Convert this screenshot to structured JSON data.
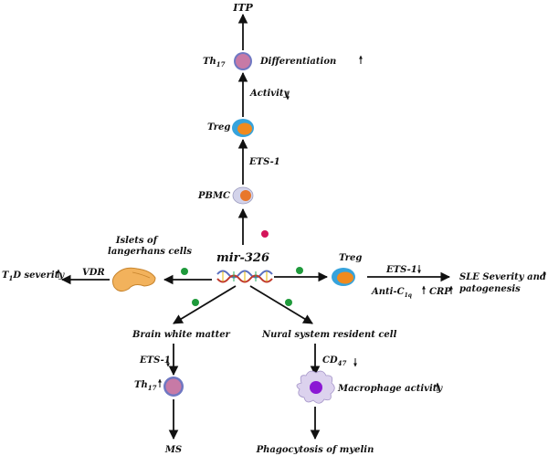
{
  "center": {
    "label": "mir-326"
  },
  "top_chain": {
    "itp": "ITP",
    "th17": {
      "label": "Th",
      "sub": "17",
      "effect": "Differentiation",
      "trend": "up"
    },
    "activity": {
      "label": "Activity",
      "trend": "down"
    },
    "treg": "Treg",
    "ets1": "ETS-1",
    "pbmc": "PBMC"
  },
  "left_branch": {
    "islets": [
      "Islets of",
      "langerhans cells"
    ],
    "vdr": "VDR",
    "outcome": {
      "prefix": "T",
      "sub": "1",
      "suffix": "D severity",
      "trend": "up"
    }
  },
  "right_branch": {
    "treg": "Treg",
    "ets1": {
      "label": "ETS-1",
      "trend": "down"
    },
    "anti_c1q": {
      "prefix": "Anti-C",
      "sub": "1q",
      "trend": "up"
    },
    "crp": {
      "label": "CRP",
      "trend": "up"
    },
    "outcome": [
      "SLE Severity and",
      "patogenesis"
    ],
    "outcome_trend": "up"
  },
  "bottom_left": {
    "region": "Brain white matter",
    "ets1": {
      "label": "ETS-1",
      "trend": "down"
    },
    "th17": {
      "label": "Th",
      "sub": "17",
      "trend": "up"
    },
    "outcome": "MS"
  },
  "bottom_right": {
    "region": "Nural system resident cell",
    "cd47": {
      "label": "CD",
      "sub": "47",
      "trend": "down"
    },
    "macrophage": {
      "label": "Macrophage activity",
      "trend": "up"
    },
    "outcome": "Phagocytosis of myelin"
  },
  "colors": {
    "arrow": "#111111",
    "th17_fill": "#c77aa6",
    "th17_ring": "#6f78c2",
    "treg_core": "#f08a1e",
    "treg_ring": "#36a3dc",
    "pbmc_core": "#e8772b",
    "pbmc_ring": "#d3d3ea",
    "inhibit_dot": "#d4145a",
    "activate_dot": "#1f9a3b",
    "macrophage_body": "#dcd2ee",
    "macrophage_nucleus": "#8b19d4",
    "pancreas": "#f2b25c",
    "rna_strand": "#5a6fbf"
  },
  "icons": {
    "inhibit": "inhibit-dot-icon",
    "activate": "activate-dot-icon",
    "rna": "rna-strand-icon",
    "pancreas": "pancreas-icon",
    "macrophage": "macrophage-icon"
  }
}
